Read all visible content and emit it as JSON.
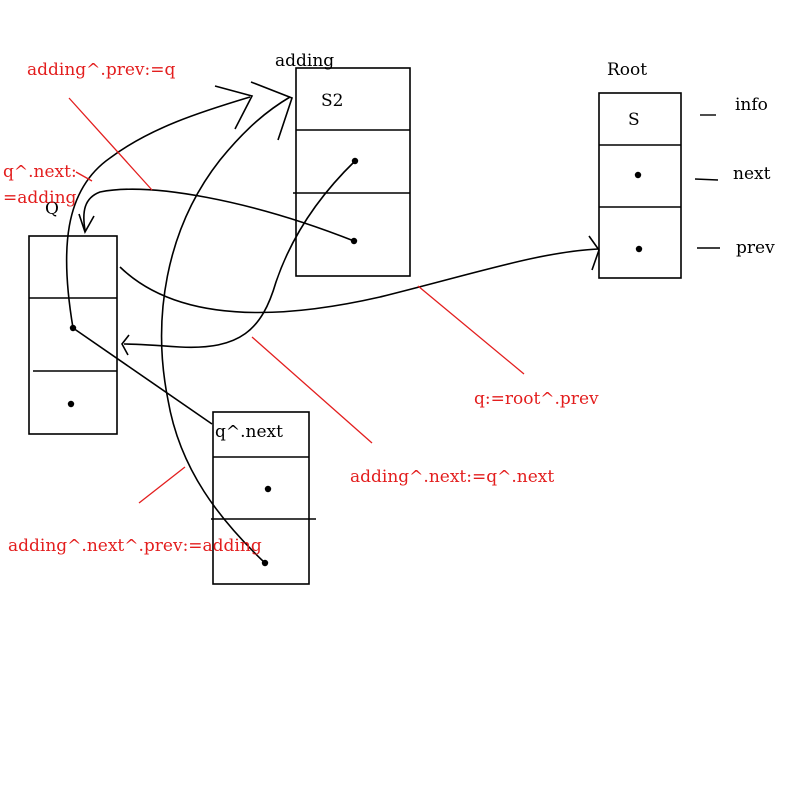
{
  "nodes": {
    "adding": {
      "name": "adding",
      "info": "S2"
    },
    "root": {
      "name": "Root",
      "info": "S"
    },
    "q": {
      "name": "Q"
    },
    "qnext": {
      "name": "q^.next"
    }
  },
  "field_labels": {
    "info": "info",
    "next": "next",
    "prev": "prev"
  },
  "operations": {
    "adding_prev": "adding^.prev:=q",
    "q_next_line1": "q^.next:",
    "q_next_line2": "=adding",
    "q_root_prev": "q:=root^.prev",
    "adding_next": "adding^.next:=q^.next",
    "adding_next_prev": "adding^.next^.prev:=adding"
  },
  "colors": {
    "ink": "#000000",
    "annotation": "#e31e1e",
    "background": "#ffffff"
  }
}
